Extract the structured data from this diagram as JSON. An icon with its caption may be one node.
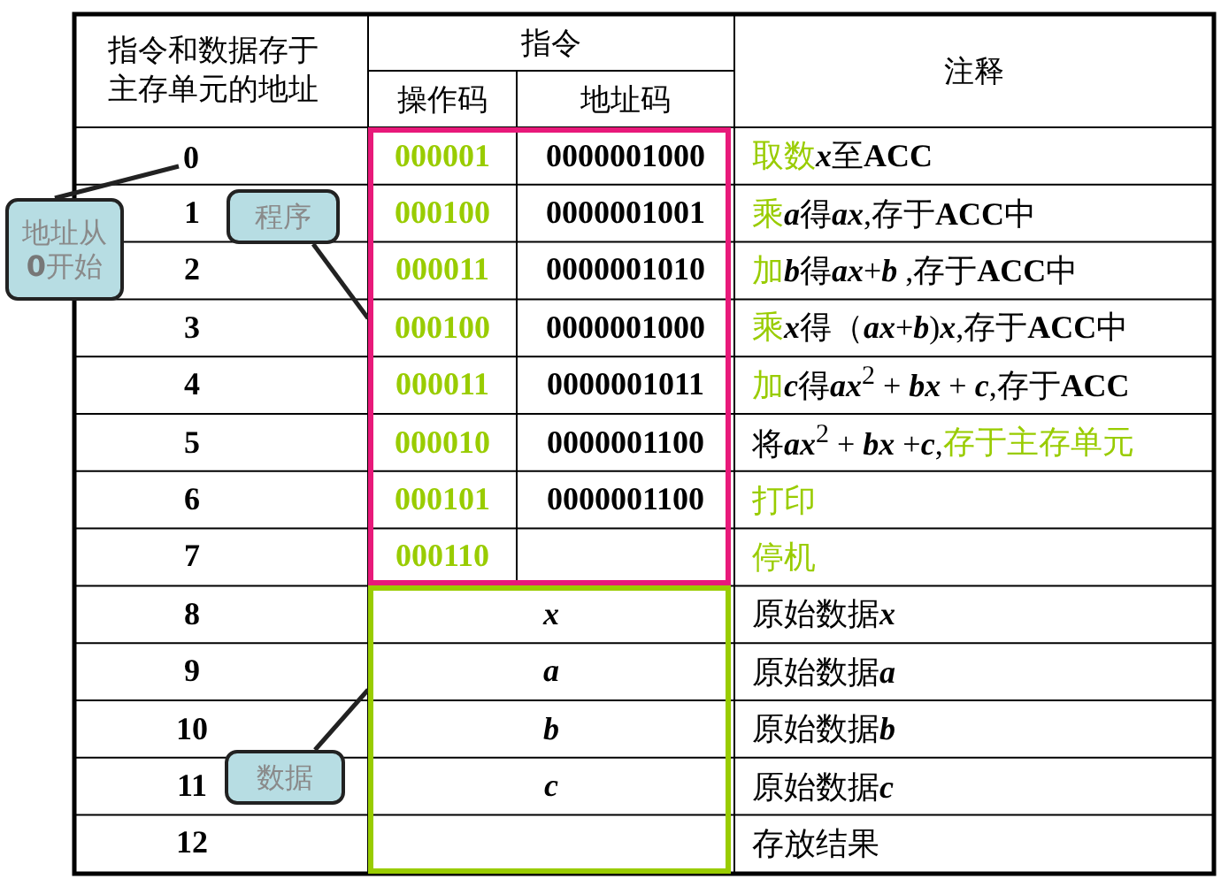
{
  "diagram": {
    "nodes": [
      {
        "text": [
          "0"
        ]
      },
      {
        "text": [
          "地址从**0**开始"
        ]
      },
      {
        "text": [
          "程序"
        ]
      },
      {
        "text": [],
        "shape": "box"
      },
      {
        "text": [
          "数据"
        ]
      },
      {
        "text": [],
        "shape": "box"
      }
    ],
    "edges": [
      {
        "from": 1,
        "to": 0,
        "arrow": "none"
      },
      {
        "from": 2,
        "to": 3,
        "arrow": "none"
      },
      {
        "from": 4,
        "to": 5,
        "arrow": "none"
      }
    ],
    "labels": [
      "指令和数据存于主存单元的地址",
      "指令",
      "注释",
      "操作码",
      "地址码",
      "000001",
      "0000001000",
      "取数",
      "x至**ACC**",
      "1",
      "000100",
      "0000001001",
      "乘",
      "a得ax,存于**ACC**中",
      "2",
      "000011",
      "0000001010",
      "加",
      "b得ax+b ,存于**ACC**中",
      "3",
      "000100",
      "0000001000",
      "乘",
      "x得（ax+b)x,存于**ACC**中",
      "4",
      "000011",
      "0000001011",
      "加",
      "c得ax$^{2}$ + bx + c,存于**ACC**",
      "5",
      "000010",
      "0000001100",
      "将ax$^{2}$ + bx +c,",
      "存于主存单元",
      "6",
      "000101",
      "0000001100",
      "打印",
      "7",
      "000110",
      "停机",
      "8",
      "x",
      "原始数据x",
      "9",
      "a",
      "原始数据a",
      "10",
      "b",
      "原始数据b",
      "11",
      "c",
      "原始数据c",
      "12",
      "存放结果"
    ]
  }
}
